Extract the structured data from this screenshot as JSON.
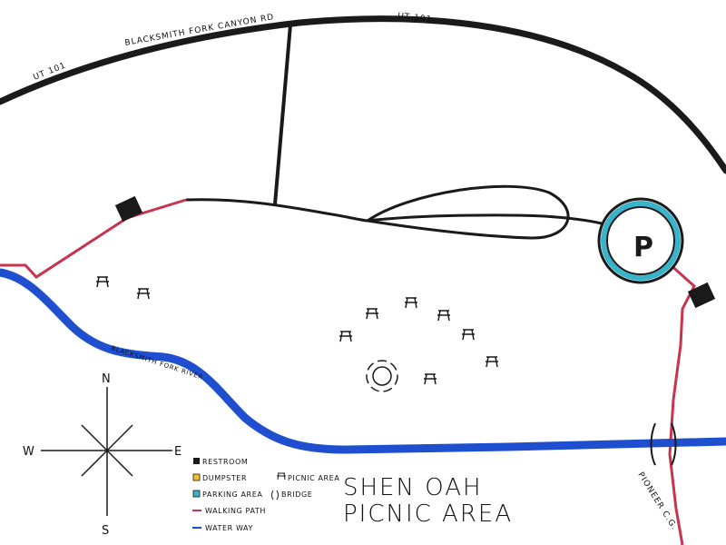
{
  "roads": {
    "highway_label_left": "UT 101",
    "highway_label_center": "BLACKSMITH FORK CANYON RD",
    "highway_label_right": "UT 101"
  },
  "river": {
    "label": "BLACKSMITH FORK RIVER"
  },
  "parking": {
    "symbol": "P"
  },
  "campground": {
    "label": "PIONEER C.G."
  },
  "title": {
    "line1": "SHEN OAH",
    "line2": "PICNIC AREA"
  },
  "compass": {
    "north": "N",
    "south": "S",
    "east": "E",
    "west": "W"
  },
  "legend": {
    "restroom": "RESTROOM",
    "dumpster": "DUMPSTER",
    "picnic_area": "PICNIC AREA",
    "parking_area": "PARKING AREA",
    "bridge": "BRIDGE",
    "walking_path": "WALKING PATH",
    "waterway": "WATER WAY"
  },
  "colors": {
    "road": "#1a1a1a",
    "walking_path": "#c8334f",
    "waterway": "#1f4fcf",
    "parking_ring": "#38b3c9",
    "dumpster": "#f2c12e"
  },
  "icons": {
    "picnic_table": "picnic-table-icon",
    "restroom": "restroom-icon",
    "fire_pit": "fire-pit-icon",
    "bridge": "bridge-icon"
  }
}
